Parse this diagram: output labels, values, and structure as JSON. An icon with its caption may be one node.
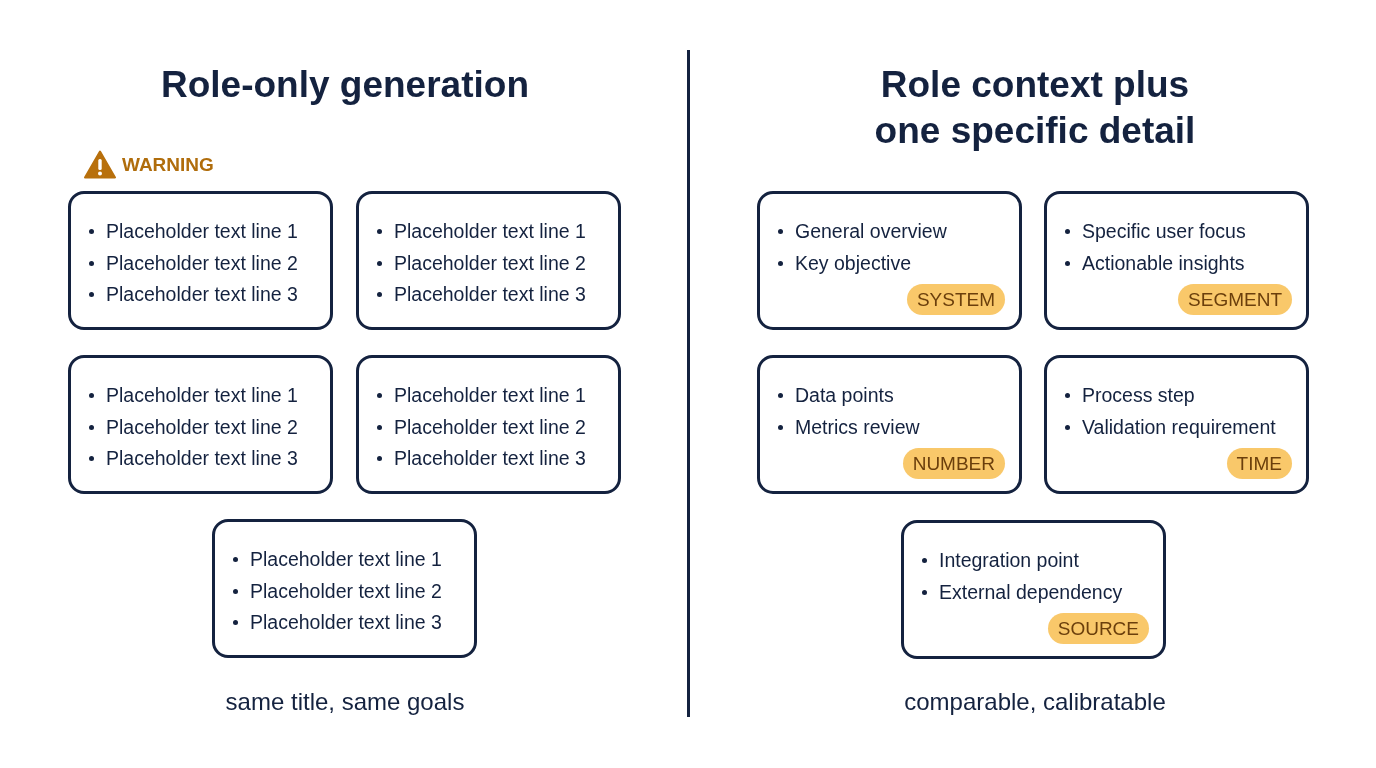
{
  "diagram": {
    "nodes": [
      {
        "text": [
          "Placeholder text line 1",
          "Placeholder text line 2",
          "Placeholder text line 3"
        ]
      },
      {
        "text": [
          "Placeholder text line 1",
          "Placeholder text line 2",
          "Placeholder text line 3"
        ]
      },
      {
        "text": [
          "Placeholder text line 1",
          "Placeholder text line 2",
          "Placeholder text line 3"
        ]
      },
      {
        "text": [
          "Placeholder text line 1",
          "Placeholder text line 2",
          "Placeholder text line 3"
        ]
      },
      {
        "text": [
          "Placeholder text line 1",
          "Placeholder text line 2",
          "Placeholder text line 3"
        ]
      },
      {
        "text": [
          "General overview",
          "Key objective"
        ]
      },
      {
        "text": [
          "SYSTEM"
        ],
        "in": 5
      },
      {
        "text": [
          "Specific user focus",
          "Actionable insights"
        ]
      },
      {
        "text": [
          "SEGMENT"
        ],
        "in": 7
      },
      {
        "text": [
          "Data points",
          "Metrics review"
        ]
      },
      {
        "text": [
          "NUMBER"
        ],
        "in": 9
      },
      {
        "text": [
          "Process step",
          "Validation requirement"
        ]
      },
      {
        "text": [
          "TIME"
        ],
        "in": 11
      },
      {
        "text": [
          "Integration point",
          "External dependency"
        ]
      },
      {
        "text": [
          "SOURCE"
        ],
        "in": 13
      }
    ],
    "edges": [],
    "labels": [
      "Role-only generation",
      "WARNING",
      "same title, same goals",
      "Role context plus one specific detail",
      "comparable, calibratable"
    ]
  }
}
